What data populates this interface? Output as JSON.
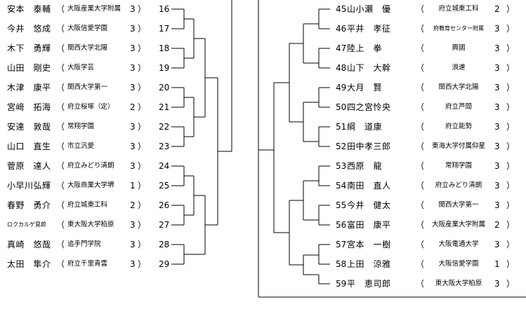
{
  "left": [
    {
      "name": "安本　泰輔",
      "school": "大阪産業大学附属",
      "grade": "3",
      "no": "16"
    },
    {
      "name": "今井　悠成",
      "school": "大阪信愛学園",
      "grade": "3",
      "no": "17"
    },
    {
      "name": "木下　勇輝",
      "school": "関西大学北陽",
      "grade": "3",
      "no": "18"
    },
    {
      "name": "山田　剛史",
      "school": "大阪学芸",
      "grade": "3",
      "no": "19"
    },
    {
      "name": "木津　康平",
      "school": "関西大学第一",
      "grade": "3",
      "no": "20"
    },
    {
      "name": "宮﨑　拓海",
      "school": "府立桜塚（定）",
      "grade": "2",
      "no": "21"
    },
    {
      "name": "安達　敦哉",
      "school": "常翔学園",
      "grade": "3",
      "no": "22"
    },
    {
      "name": "山口　直生",
      "school": "市立汎愛",
      "grade": "3",
      "no": "23"
    },
    {
      "name": "菅原　達人",
      "school": "府立みどり清朗",
      "grade": "3",
      "no": "24"
    },
    {
      "name": "小早川弘輝",
      "school": "大阪商業大学堺",
      "grade": "1",
      "no": "25"
    },
    {
      "name": "春野　勇介",
      "school": "府立城東工科",
      "grade": "2",
      "no": "26"
    },
    {
      "name": "ロクカルゲ晃郎",
      "school": "東大阪大学柏原",
      "grade": "3",
      "no": "27"
    },
    {
      "name": "真崎　悠哉",
      "school": "追手門学院",
      "grade": "3",
      "no": "28"
    },
    {
      "name": "太田　隼介",
      "school": "府立千里青雲",
      "grade": "3",
      "no": "29"
    }
  ],
  "right": [
    {
      "no": "45",
      "name": "山小瀬　優",
      "school": "府立城東工科",
      "grade": "2"
    },
    {
      "no": "46",
      "name": "平井　孝征",
      "school": "府教育センター附属",
      "grade": "3"
    },
    {
      "no": "47",
      "name": "陸上　拳",
      "school": "興國",
      "grade": "3"
    },
    {
      "no": "48",
      "name": "山下　大幹",
      "school": "浪速",
      "grade": "3"
    },
    {
      "no": "49",
      "name": "大月　賢",
      "school": "関西大学北陽",
      "grade": "3"
    },
    {
      "no": "50",
      "name": "四之宮怜央",
      "school": "府立芦間",
      "grade": "3"
    },
    {
      "no": "51",
      "name": "綱　道康",
      "school": "府立能勢",
      "grade": "3"
    },
    {
      "no": "52",
      "name": "田中孝三郎",
      "school": "東海大学付属仰星",
      "grade": "3"
    },
    {
      "no": "53",
      "name": "西原　龍",
      "school": "常翔学園",
      "grade": "3"
    },
    {
      "no": "54",
      "name": "南田　直人",
      "school": "府立みどり清朗",
      "grade": "3"
    },
    {
      "no": "55",
      "name": "今井　健太",
      "school": "関西大学第一",
      "grade": "3"
    },
    {
      "no": "56",
      "name": "富田　康平",
      "school": "大阪産業大学附属",
      "grade": "2"
    },
    {
      "no": "57",
      "name": "宮本　一樹",
      "school": "大阪電通大学",
      "grade": "3"
    },
    {
      "no": "58",
      "name": "上田　涼雅",
      "school": "大阪信愛学園",
      "grade": "1"
    },
    {
      "no": "59",
      "name": "平　恵司郎",
      "school": "東大阪大学柏原",
      "grade": "3"
    }
  ],
  "labels": {
    "paren_open": "（",
    "paren_close": "）"
  }
}
